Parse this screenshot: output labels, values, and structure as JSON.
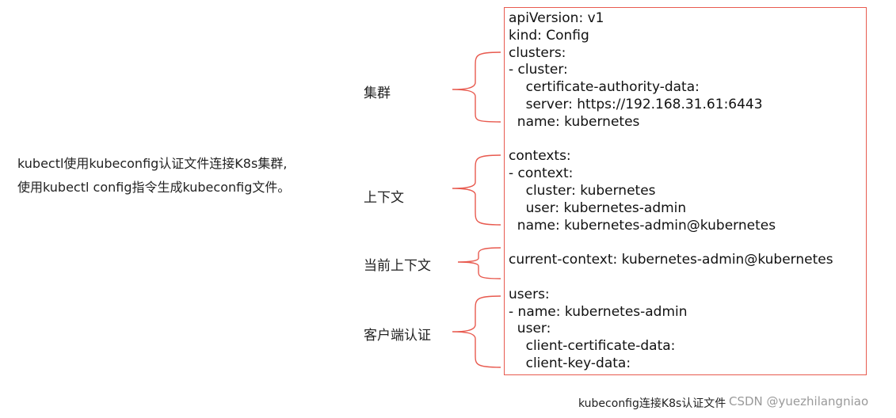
{
  "description": {
    "line1": "kubectl使用kubeconfig认证文件连接K8s集群,",
    "line2": "使用kubectl   config指令生成kubeconfig文件。"
  },
  "sections": [
    {
      "label": "集群"
    },
    {
      "label": "上下文"
    },
    {
      "label": "当前上下文"
    },
    {
      "label": "客户端认证"
    }
  ],
  "yaml_lines": [
    "apiVersion: v1",
    "kind: Config",
    "clusters:",
    "- cluster:",
    "    certificate-authority-data:",
    "    server: https://192.168.31.61:6443",
    "  name: kubernetes",
    "",
    "contexts:",
    "- context:",
    "    cluster: kubernetes",
    "    user: kubernetes-admin",
    "  name: kubernetes-admin@kubernetes",
    "",
    "current-context: kubernetes-admin@kubernetes",
    "",
    "users:",
    "- name: kubernetes-admin",
    "  user:",
    "    client-certificate-data:",
    "    client-key-data:"
  ],
  "caption": "kubeconfig连接K8s认证文件",
  "watermark": "CSDN @yuezhilangniao",
  "colors": {
    "box_border": "#e85a4f",
    "brace": "#e85a4f"
  }
}
